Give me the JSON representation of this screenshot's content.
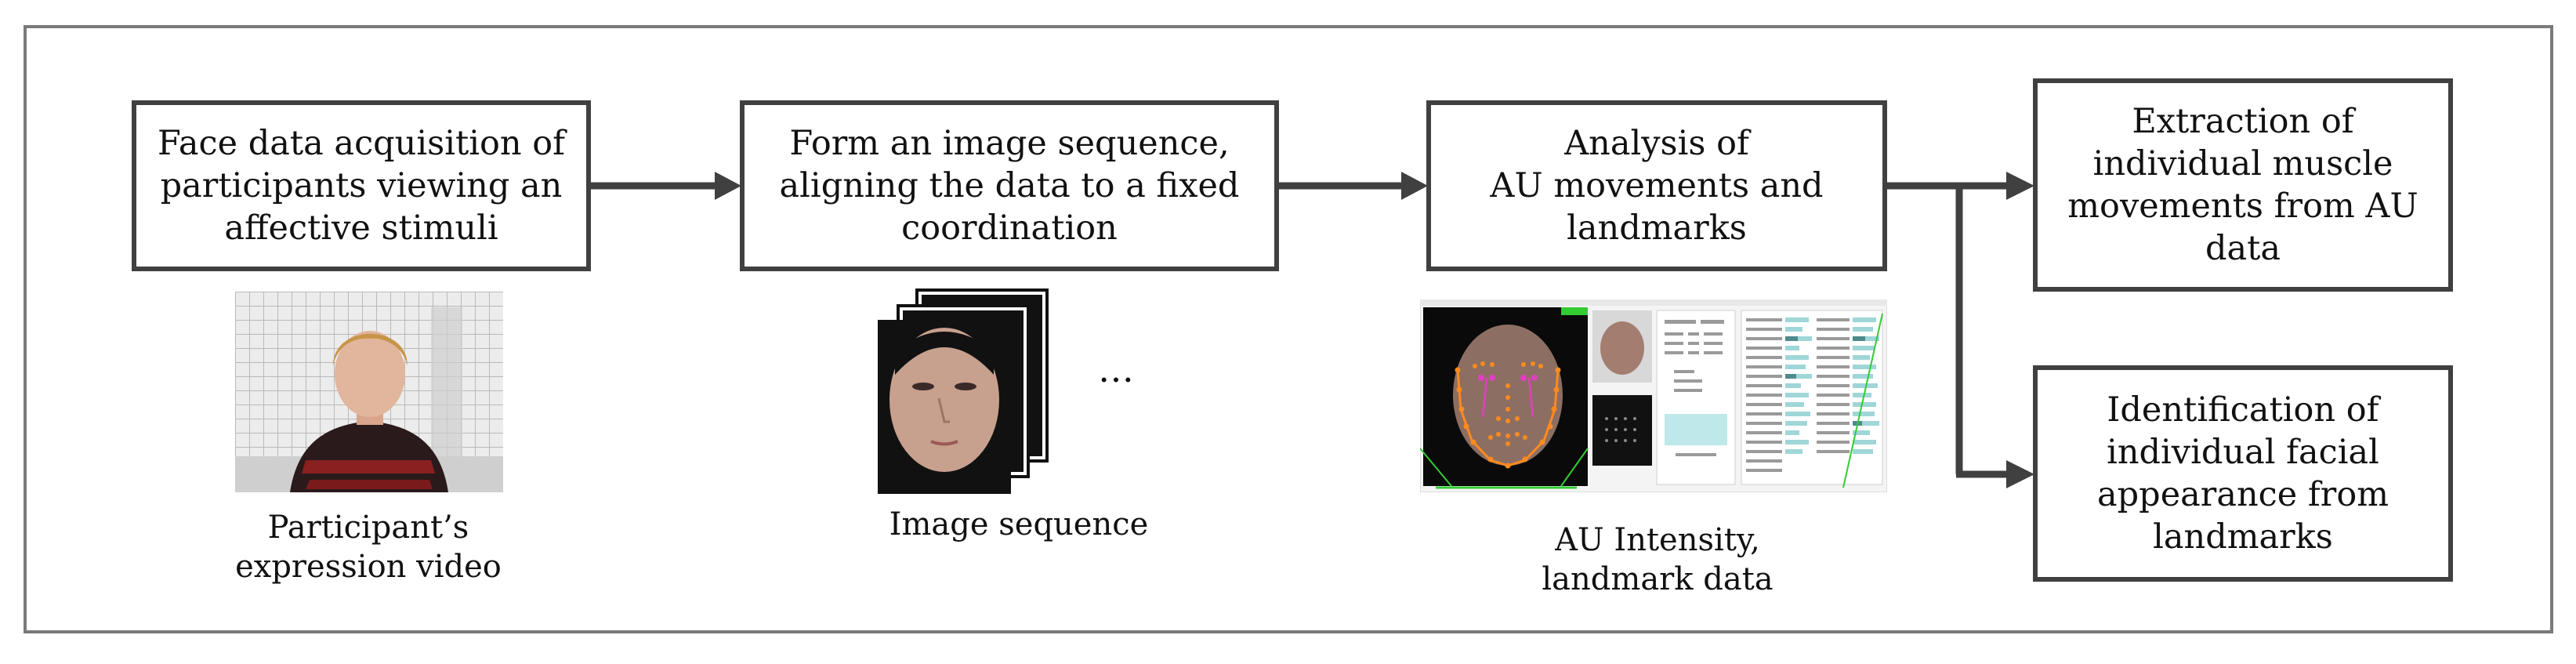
{
  "steps": [
    {
      "label": "Face data acquisition of\nparticipants viewing an\naffective stimuli"
    },
    {
      "label": "Form an image sequence,\naligning the data to a fixed\ncoordination"
    },
    {
      "label": "Analysis of\nAU movements and\nlandmarks"
    },
    {
      "label": "Extraction of\nindividual muscle\nmovements from AU\ndata"
    },
    {
      "label": "Identification of\nindividual facial\nappearance from\nlandmarks"
    }
  ],
  "captions": {
    "video": "Participant’s\nexpression video",
    "sequence": "Image sequence",
    "au": "AU Intensity,\nlandmark data"
  },
  "ellipsis": "…",
  "colors": {
    "arrow": "#404040",
    "box_border": "#404040",
    "frame": "#7a7a7a",
    "landmark": "#ff8a1f",
    "landmark_inner": "#e040c0"
  }
}
